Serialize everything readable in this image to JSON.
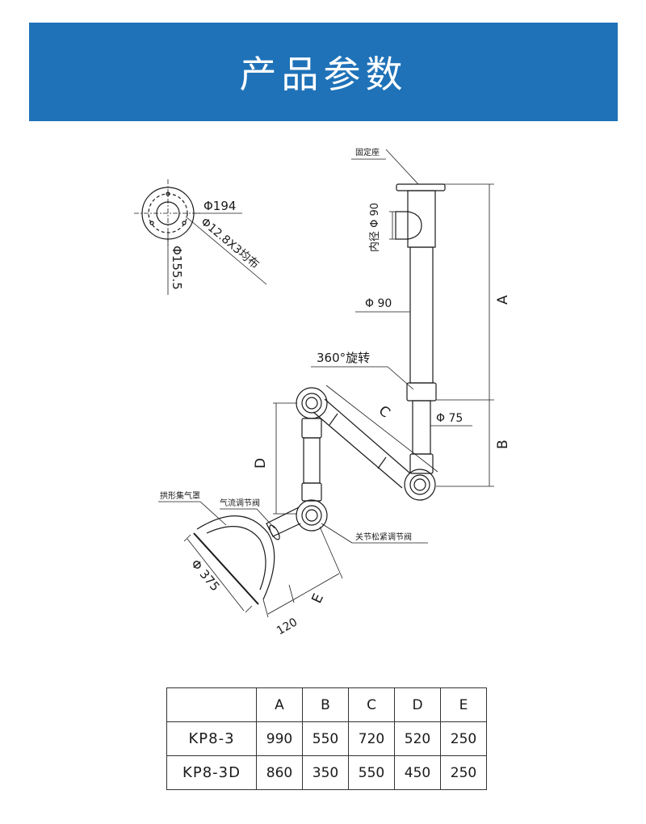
{
  "header": {
    "title": "产品参数"
  },
  "drawing": {
    "base_label": "固定座",
    "base_dia": "Φ194",
    "bolt_holes": "Φ12.8X3均布",
    "bolt_circle": "Φ155.5",
    "inner_dia": "内径 Φ 90",
    "tube_dia_90": "Φ 90",
    "rotation": "360°旋转",
    "tube_dia_75": "Φ 75",
    "dim_a": "A",
    "dim_b": "B",
    "dim_c": "C",
    "dim_d": "D",
    "dim_e": "E",
    "hood_label": "拱形集气罩",
    "airflow_valve": "气流调节阀",
    "joint_valve": "关节松紧调节阀",
    "hood_dia": "Φ 375",
    "hood_depth": "120"
  },
  "table": {
    "columns": [
      "A",
      "B",
      "C",
      "D",
      "E"
    ],
    "rows": [
      {
        "model": "KP8-3",
        "values": [
          "990",
          "550",
          "720",
          "520",
          "250"
        ]
      },
      {
        "model": "KP8-3D",
        "values": [
          "860",
          "350",
          "550",
          "450",
          "250"
        ]
      }
    ]
  }
}
